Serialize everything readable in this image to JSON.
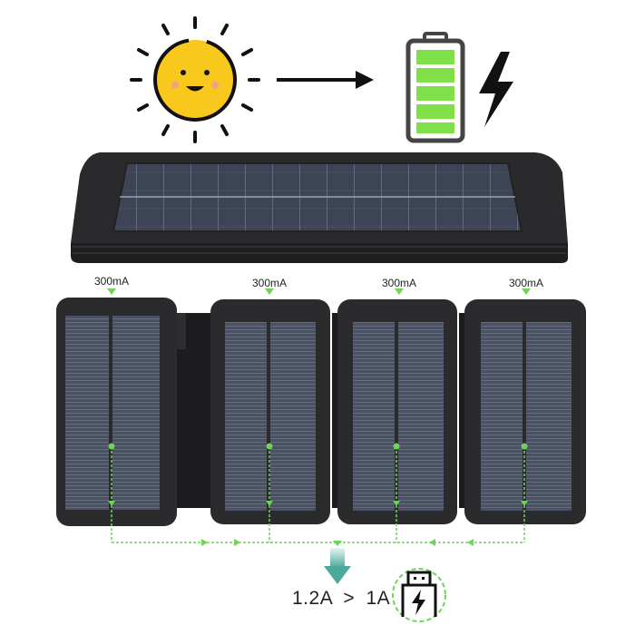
{
  "panels": [
    {
      "output": "300mA"
    },
    {
      "output": "300mA"
    },
    {
      "output": "300mA"
    },
    {
      "output": "300mA"
    }
  ],
  "output": {
    "combined": "1.2A",
    "comparator": ">",
    "reference": "1A"
  },
  "colors": {
    "sun": "#f8c81c",
    "battery_green": "#7fe04a",
    "wire": "#6fd35a",
    "panel_frame": "#2b2b2d",
    "cells": "#4d5466",
    "arrow": "#5bb7a9"
  },
  "icons": [
    "sun-icon",
    "arrow-right-icon",
    "battery-full-icon",
    "lightning-icon",
    "usb-charge-icon"
  ]
}
